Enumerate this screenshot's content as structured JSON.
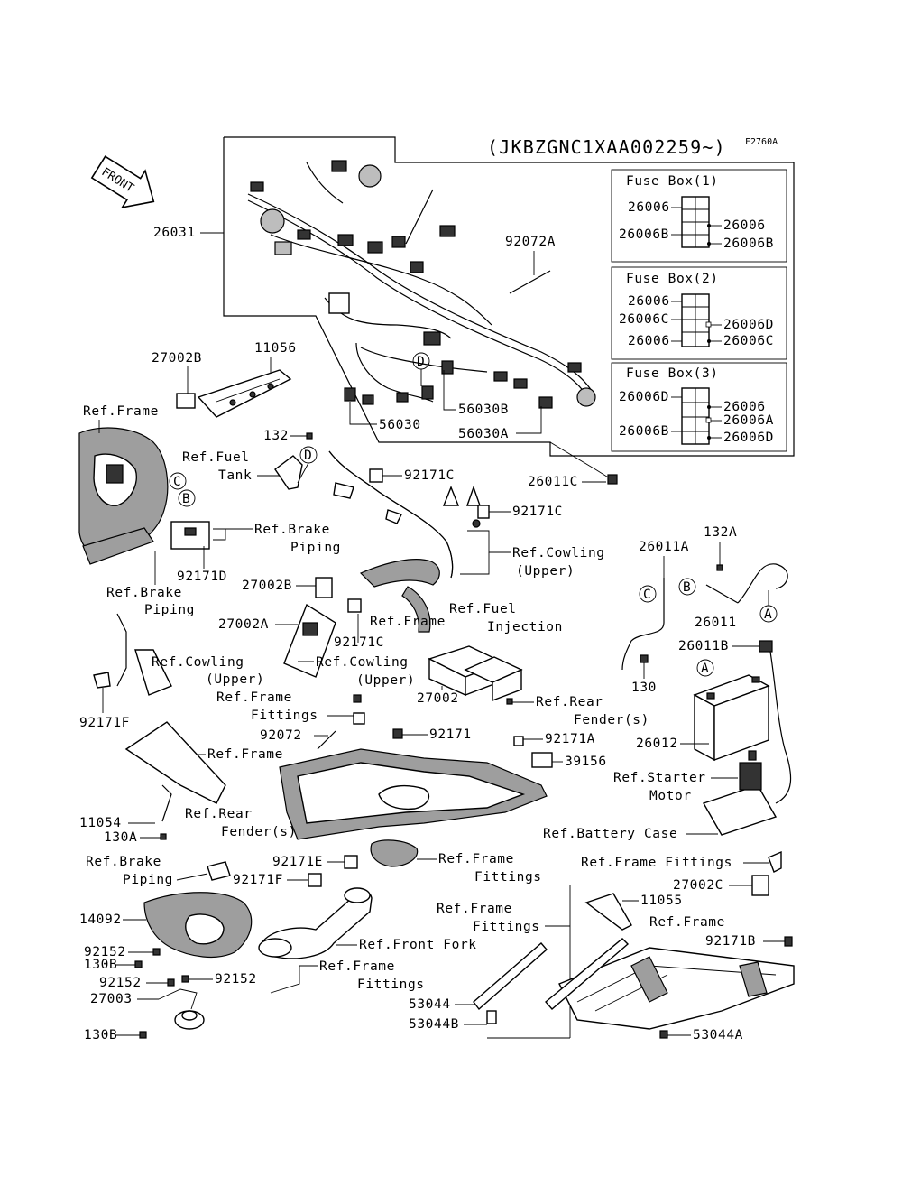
{
  "header": {
    "serial_range": "(JKBZGNC1XAA002259~)",
    "figure_code": "F2760A",
    "front_label": "FRONT"
  },
  "fuse_boxes": [
    {
      "title": "Fuse Box(1)",
      "left": [
        "26006",
        "26006B"
      ],
      "right": [
        "26006",
        "26006B"
      ]
    },
    {
      "title": "Fuse Box(2)",
      "left": [
        "26006",
        "26006C",
        "26006"
      ],
      "right": [
        "26006D",
        "26006C"
      ]
    },
    {
      "title": "Fuse Box(3)",
      "left": [
        "26006D",
        "26006B"
      ],
      "right": [
        "26006",
        "26006A",
        "26006D"
      ]
    }
  ],
  "callouts": [
    "A",
    "B",
    "C",
    "D"
  ],
  "labels": {
    "p26031": "26031",
    "p92072A": "92072A",
    "p27002B": "27002B",
    "p11056": "11056",
    "p132": "132",
    "p56030": "56030",
    "p56030B": "56030B",
    "p56030A": "56030A",
    "p26011C": "26011C",
    "p92171C_a": "92171C",
    "p92171C_b": "92171C",
    "p92171C_c": "92171C",
    "p92171D": "92171D",
    "p27002B_b": "27002B",
    "p27002A": "27002A",
    "p92171F": "92171F",
    "p27002": "27002",
    "p92072": "92072",
    "p92171": "92171",
    "p92171A": "92171A",
    "p39156": "39156",
    "p11054": "11054",
    "p130A": "130A",
    "p92171E": "92171E",
    "p92171F_b": "92171F",
    "p14092": "14092",
    "p92152_a": "92152",
    "p130B_a": "130B",
    "p92152_b": "92152",
    "p92152_c": "92152",
    "p27003": "27003",
    "p130B_b": "130B",
    "p53044": "53044",
    "p53044B": "53044B",
    "p53044A": "53044A",
    "p11055": "11055",
    "p92171B": "92171B",
    "p27002C": "27002C",
    "p26012": "26012",
    "p130": "130",
    "p26011B": "26011B",
    "p26011": "26011",
    "p26011A": "26011A",
    "p132A": "132A",
    "ref_frame_1": "Ref.Frame",
    "ref_fuel_tank_1": "Ref.Fuel",
    "ref_fuel_tank_2": "Tank",
    "ref_brake_piping_a1": "Ref.Brake",
    "ref_brake_piping_a2": "Piping",
    "ref_brake_piping_b1": "Ref.Brake",
    "ref_brake_piping_b2": "Piping",
    "ref_cowling_upper_a1": "Ref.Cowling",
    "ref_cowling_upper_a2": "(Upper)",
    "ref_frame_2": "Ref.Frame",
    "ref_fuel_injection_1": "Ref.Fuel",
    "ref_fuel_injection_2": "Injection",
    "ref_cowling_upper_b1": "Ref.Cowling",
    "ref_cowling_upper_b2": "(Upper)",
    "ref_cowling_upper_c1": "Ref.Cowling",
    "ref_cowling_upper_c2": "(Upper)",
    "ref_frame_fittings_a1": "Ref.Frame",
    "ref_frame_fittings_a2": "Fittings",
    "ref_rear_fender_a1": "Ref.Rear",
    "ref_rear_fender_a2": "Fender(s)",
    "ref_frame_3": "Ref.Frame",
    "ref_rear_fender_b1": "Ref.Rear",
    "ref_rear_fender_b2": "Fender(s)",
    "ref_starter_motor_1": "Ref.Starter",
    "ref_starter_motor_2": "Motor",
    "ref_battery_case": "Ref.Battery Case",
    "ref_brake_piping_c1": "Ref.Brake",
    "ref_brake_piping_c2": "Piping",
    "ref_frame_fittings_b1": "Ref.Frame",
    "ref_frame_fittings_b2": "Fittings",
    "ref_frame_fittings_c": "Ref.Frame Fittings",
    "ref_frame_fittings_d1": "Ref.Frame",
    "ref_frame_fittings_d2": "Fittings",
    "ref_front_fork": "Ref.Front Fork",
    "ref_frame_fittings_e1": "Ref.Frame",
    "ref_frame_fittings_e2": "Fittings",
    "ref_frame_4": "Ref.Frame"
  }
}
